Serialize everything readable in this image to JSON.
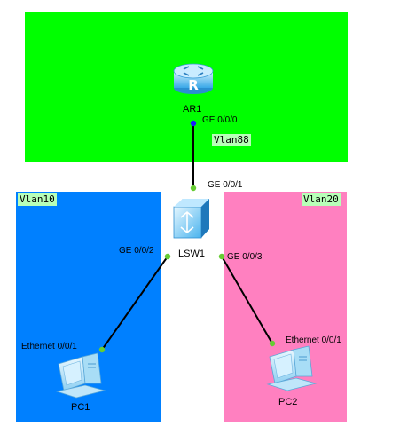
{
  "zones": {
    "vlan88": {
      "label": "Vlan88",
      "color": "#00ff00",
      "tag_color": "#b8ffb8"
    },
    "vlan10": {
      "label": "Vlan10",
      "color": "#0080ff",
      "tag_color": "#b8ffb8"
    },
    "vlan20": {
      "label": "Vlan20",
      "color": "#ff80c0",
      "tag_color": "#b8ffb8"
    }
  },
  "devices": {
    "router": {
      "name": "AR1",
      "icon": "router-icon"
    },
    "switch": {
      "name": "LSW1",
      "icon": "switch-icon"
    },
    "pc1": {
      "name": "PC1",
      "icon": "pc-icon"
    },
    "pc2": {
      "name": "PC2",
      "icon": "pc-icon"
    }
  },
  "ports": {
    "ar1_ge000": "GE 0/0/0",
    "lsw1_ge001": "GE 0/0/1",
    "lsw1_ge002": "GE 0/0/2",
    "lsw1_ge003": "GE 0/0/3",
    "pc1_eth": "Ethernet 0/0/1",
    "pc2_eth": "Ethernet 0/0/1"
  },
  "colors": {
    "link": "#000000",
    "port_up": "#66cc33",
    "port_router": "#1a1aff"
  }
}
